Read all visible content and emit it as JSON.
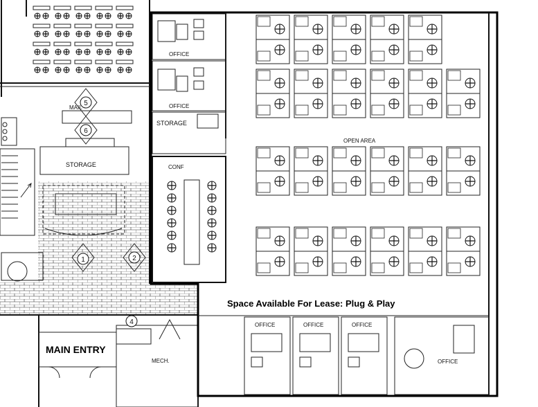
{
  "plan": {
    "headline": "Space Available For Lease:  Plug & Play",
    "labels": {
      "office_top_1": "OFFICE",
      "office_top_2": "OFFICE",
      "storage_mid": "STORAGE",
      "storage_left": "STORAGE",
      "conf": "CONF",
      "open_area": "OPEN AREA",
      "mail": "MAIL",
      "main_entry": "MAIN ENTRY",
      "mech": "MECH.",
      "office_b1": "OFFICE",
      "office_b2": "OFFICE",
      "office_b3": "OFFICE",
      "office_b4": "OFFICE"
    },
    "markers": [
      "1",
      "2",
      "4",
      "5",
      "6"
    ],
    "colors": {
      "ink": "#111111",
      "paper": "#ffffff",
      "lease_outline": "#000000"
    }
  }
}
